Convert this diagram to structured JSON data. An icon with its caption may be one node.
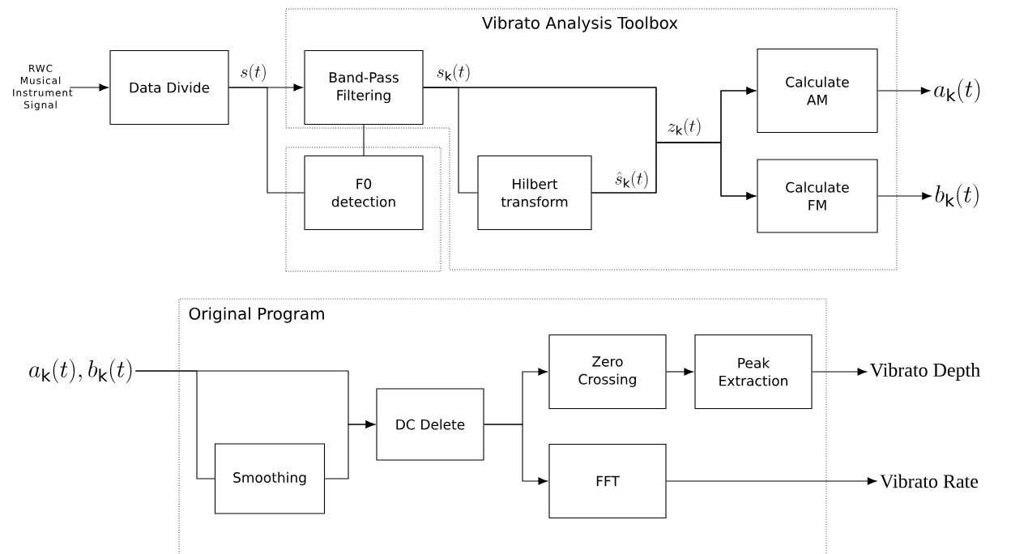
{
  "diagram": {
    "nodes": [
      {
        "text": [
          "RWC Musical Instrument Signal"
        ]
      },
      {
        "text": [
          "Data Divide"
        ]
      },
      {
        "text": [
          "Vibrato Analysis Toolbox"
        ]
      },
      {
        "text": [
          "Band-Pass Filtering"
        ],
        "in": 2
      },
      {
        "text": [],
        "shape": "box"
      },
      {
        "text": [
          "F0 detection"
        ],
        "in": 4
      },
      {
        "text": [
          "Hilbert transform"
        ],
        "in": 2
      },
      {
        "text": [
          "Calculate AM"
        ],
        "in": 2
      },
      {
        "text": [
          "Calculate FM"
        ],
        "in": 2
      },
      {
        "text": [
          "a_{\\mathsf{k}}(t)"
        ]
      },
      {
        "text": [
          "b_{\\mathsf{k}}(t)"
        ]
      },
      {
        "text": [
          "Original Program"
        ]
      },
      {
        "text": [
          "a_{\\mathsf{k}}(t), b_{\\mathsf{k}}(t)"
        ]
      },
      {
        "text": [
          "Smoothing"
        ],
        "in": 11
      },
      {
        "text": [
          "DC Delete"
        ],
        "in": 11
      },
      {
        "text": [
          "Zero Crossing"
        ],
        "in": 11
      },
      {
        "text": [
          "Peak Extraction"
        ],
        "in": 11
      },
      {
        "text": [
          "FFT"
        ],
        "in": 11
      },
      {
        "text": [
          "Vibrato Depth"
        ]
      },
      {
        "text": [
          "Vibrato Rate"
        ]
      }
    ],
    "edges": [
      {
        "from": 0,
        "to": 1,
        "arrow": "to"
      },
      {
        "from": 1,
        "to": 3,
        "arrow": "to",
        "label": "s(t)"
      },
      {
        "from": 1,
        "to": 5,
        "arrow": "none"
      },
      {
        "from": 5,
        "to": 3,
        "arrow": "none"
      },
      {
        "from": 3,
        "to": 6,
        "arrow": "none"
      },
      {
        "from": 3,
        "to": 7,
        "arrow": "to",
        "label": "s_{\\mathsf{k}}(t)"
      },
      {
        "from": 3,
        "to": 8,
        "arrow": "to",
        "label": "z_{\\mathsf{k}}(t)"
      },
      {
        "from": 6,
        "to": 7,
        "arrow": "to",
        "label": "\\hat{s}_{\\mathsf{k}}(t)"
      },
      {
        "from": 6,
        "to": 8,
        "arrow": "to"
      },
      {
        "from": 7,
        "to": 9,
        "arrow": "to"
      },
      {
        "from": 8,
        "to": 10,
        "arrow": "to"
      },
      {
        "from": 12,
        "to": 14,
        "arrow": "to"
      },
      {
        "from": 12,
        "to": 13,
        "arrow": "none"
      },
      {
        "from": 13,
        "to": 14,
        "arrow": "to"
      },
      {
        "from": 14,
        "to": 15,
        "arrow": "to"
      },
      {
        "from": 14,
        "to": 17,
        "arrow": "to"
      },
      {
        "from": 15,
        "to": 16,
        "arrow": "to"
      },
      {
        "from": 16,
        "to": 18,
        "arrow": "to"
      },
      {
        "from": 17,
        "to": 19,
        "arrow": "to"
      }
    ]
  }
}
